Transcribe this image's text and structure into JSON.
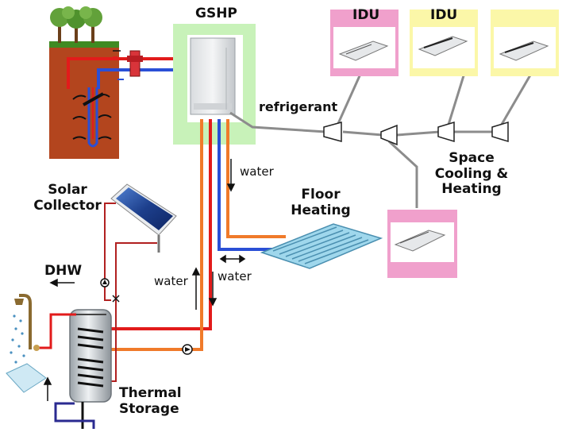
{
  "labels": {
    "gshp": "GSHP",
    "idu_1": "IDU",
    "idu_2": "IDU",
    "refrigerant": "refrigerant",
    "space_line1": "Space",
    "space_line2": "Cooling &",
    "space_line3": "Heating",
    "water_top": "water",
    "floor_line1": "Floor",
    "floor_line2": "Heating",
    "solar_line1": "Solar",
    "solar_line2": "Collector",
    "dhw": "DHW",
    "water_left": "water",
    "water_mid": "water",
    "storage_line1": "Thermal",
    "storage_line2": "Storage"
  },
  "colors": {
    "soil": "#b3451e",
    "grass": "#3f8a22",
    "tree": "#62a13a",
    "hot_pipe": "#e21b1b",
    "cold_pipe": "#2a4fd6",
    "water_pipe": "#f07a2a",
    "refrigerant_line": "#8c8c8c",
    "gshp_highlight": "#c8f2b9",
    "idu_pink": "#f0a0cc",
    "idu_yellow": "#fbf7a8",
    "floor_panel": "#9fd7ec",
    "solar_panel": "#1d3f8c",
    "tank": "#c8ccd0"
  }
}
